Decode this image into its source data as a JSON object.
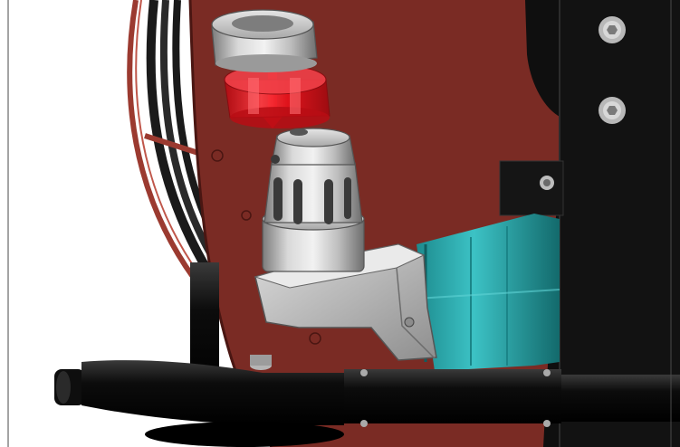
{
  "figure": {
    "kind": "exploded-assembly-illustration",
    "parts": [
      {
        "id": "collar-ring",
        "icon": "steel-collar"
      },
      {
        "id": "red-insert",
        "icon": "transparent-red-insert"
      },
      {
        "id": "down-arrow",
        "icon": "red-arrow-down"
      },
      {
        "id": "slotted-socket",
        "icon": "slotted-steel-socket"
      },
      {
        "id": "angle-head",
        "icon": "angle-gear-head"
      },
      {
        "id": "motor-housing",
        "icon": "teal-motor"
      },
      {
        "id": "reel-plate",
        "icon": "red-reel-plate"
      },
      {
        "id": "hose-coil",
        "icon": "hose-coil"
      },
      {
        "id": "black-frame",
        "icon": "black-frame"
      },
      {
        "id": "black-handle-bar",
        "icon": "black-tube-bar"
      },
      {
        "id": "bolt-upper",
        "icon": "hex-socket-bolt"
      },
      {
        "id": "bolt-lower",
        "icon": "hex-socket-bolt"
      }
    ],
    "colors": {
      "reel_plate": "#7a2b24",
      "reel_plate_dark": "#5a1f1a",
      "steel": "#c9c9c9",
      "steel_dark": "#8a8a8a",
      "insert_red": "#e8121b",
      "arrow_red": "#e0151b",
      "motor_teal": "#2aa3a6",
      "motor_teal_dark": "#17787b",
      "frame_black": "#111111",
      "background": "#ffffff"
    }
  }
}
